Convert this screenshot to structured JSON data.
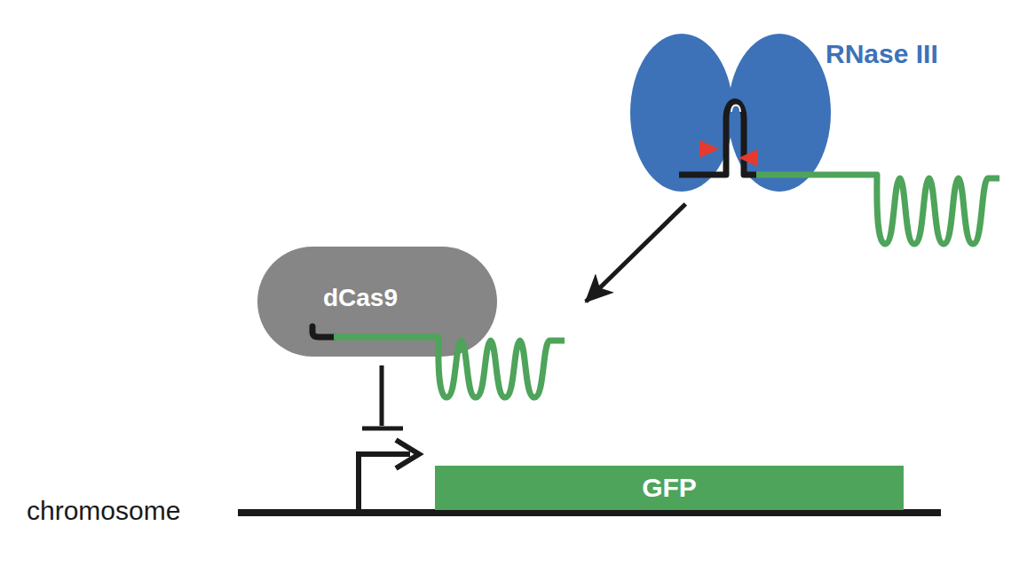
{
  "diagram": {
    "nodes": [
      {
        "text": [
          "RNase III"
        ]
      },
      {
        "text": [
          "dCas9"
        ]
      },
      {
        "text": [
          "GFP"
        ]
      }
    ],
    "edges": [
      {
        "from": 0,
        "to": 1,
        "arrow": "to"
      }
    ],
    "labels": [
      "chromosome"
    ]
  }
}
